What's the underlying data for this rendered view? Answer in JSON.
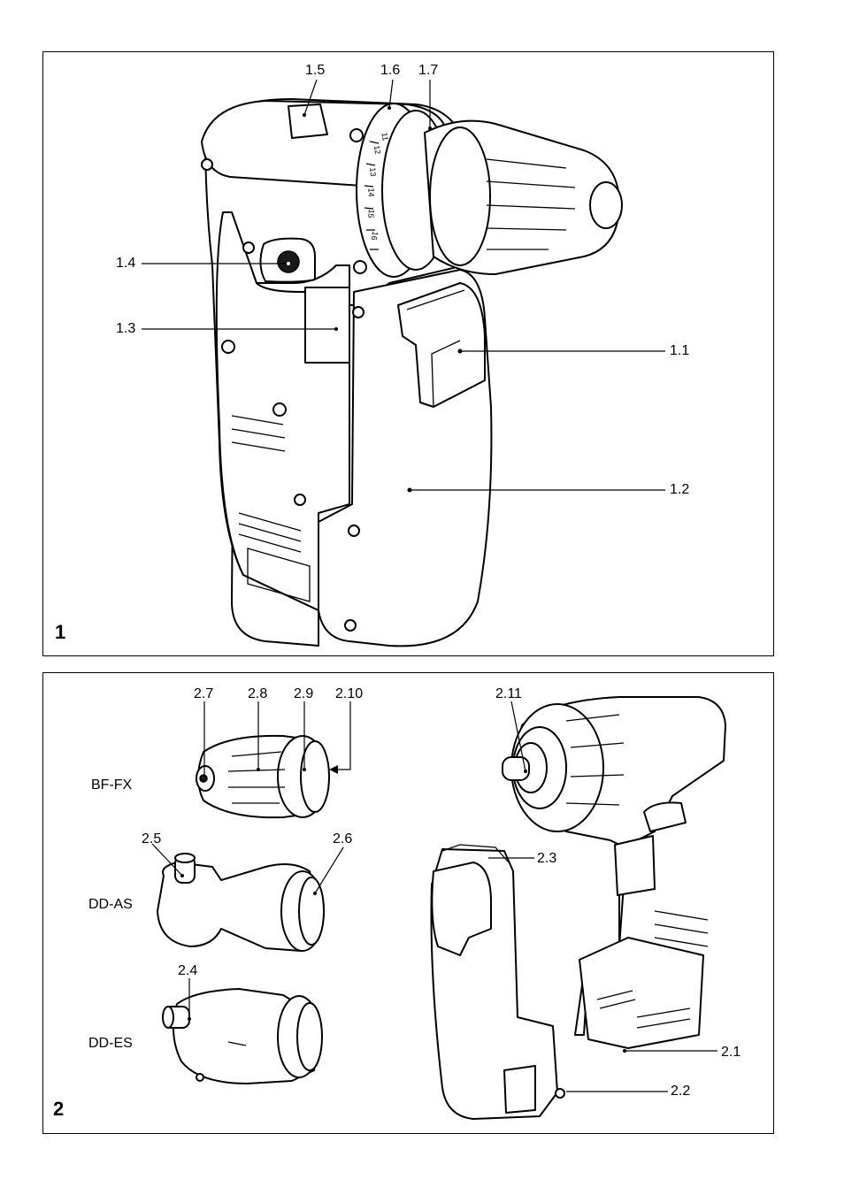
{
  "figure1": {
    "number": "1",
    "labels": {
      "l15": "1.5",
      "l16": "1.6",
      "l17": "1.7",
      "l14": "1.4",
      "l13": "1.3",
      "l11": "1.1",
      "l12": "1.2"
    },
    "dial_numbers": [
      "11",
      "12",
      "13",
      "14",
      "15",
      "16"
    ]
  },
  "figure2": {
    "number": "2",
    "labels": {
      "l27": "2.7",
      "l28": "2.8",
      "l29": "2.9",
      "l210": "2.10",
      "l211": "2.11",
      "l25": "2.5",
      "l26": "2.6",
      "l23": "2.3",
      "l24": "2.4",
      "l21": "2.1",
      "l22": "2.2"
    },
    "attachments": {
      "bffx": "BF-FX",
      "ddas": "DD-AS",
      "ddes": "DD-ES"
    }
  }
}
